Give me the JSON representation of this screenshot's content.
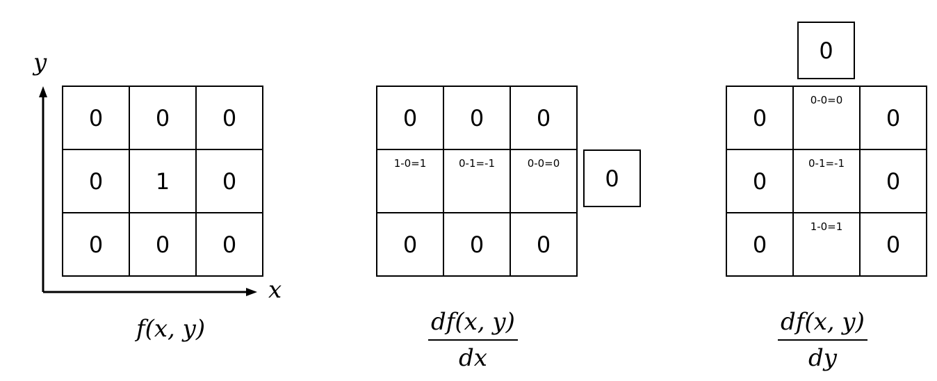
{
  "panel_f": {
    "axis_y_label": "y",
    "axis_x_label": "x",
    "caption": "f(x, y)",
    "cells": [
      [
        "0",
        "0",
        "0"
      ],
      [
        "0",
        "1",
        "0"
      ],
      [
        "0",
        "0",
        "0"
      ]
    ]
  },
  "panel_dx": {
    "caption_num": "df(x, y)",
    "caption_den": "dx",
    "cells": [
      [
        "0",
        "0",
        "0"
      ],
      [
        "1-0=1",
        "0-1=-1",
        "0-0=0"
      ],
      [
        "0",
        "0",
        "0"
      ]
    ],
    "side_box": "0"
  },
  "panel_dy": {
    "caption_num": "df(x, y)",
    "caption_den": "dy",
    "cells": [
      [
        "0",
        "0-0=0",
        "0"
      ],
      [
        "0",
        "0-1=-1",
        "0"
      ],
      [
        "0",
        "1-0=1",
        "0"
      ]
    ],
    "top_box": "0"
  }
}
